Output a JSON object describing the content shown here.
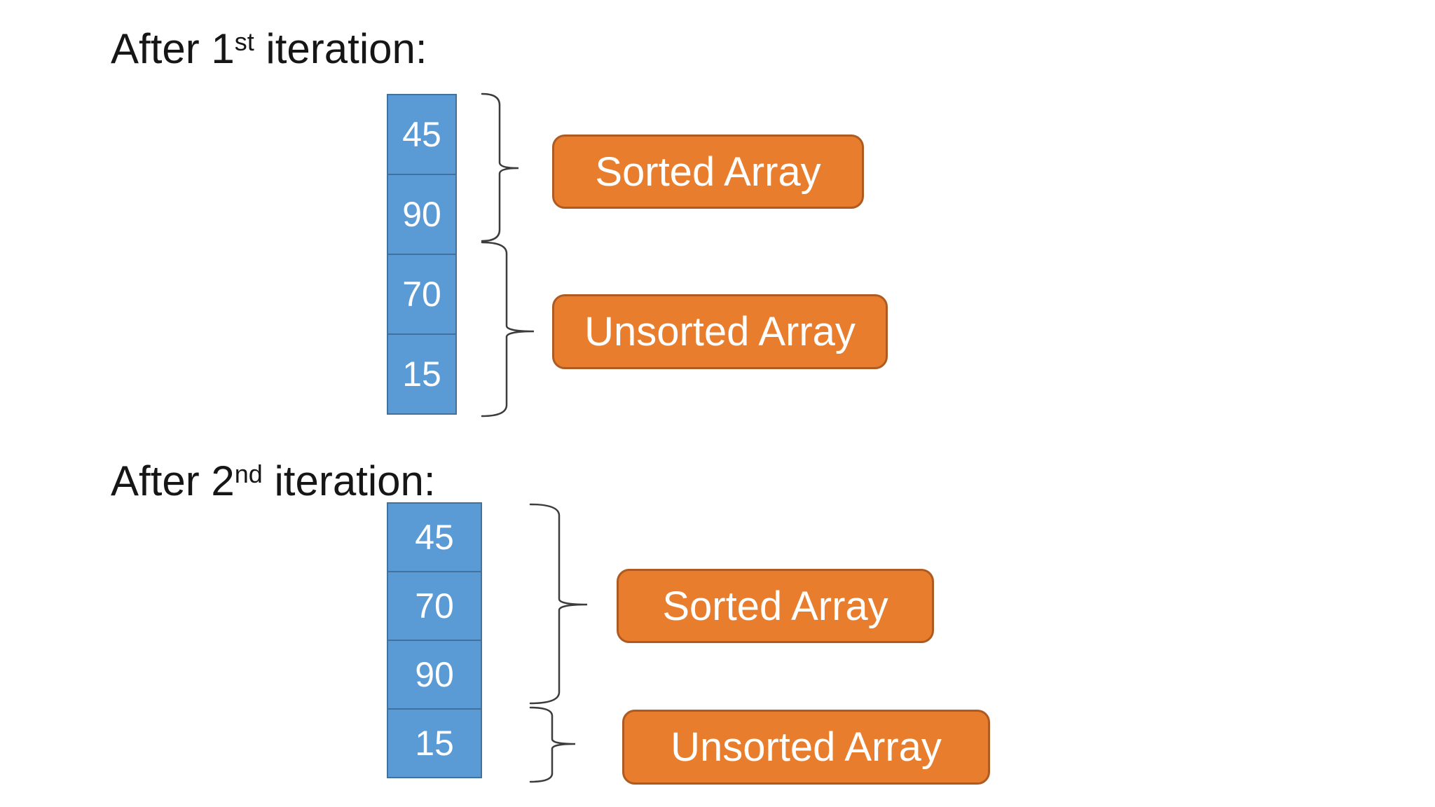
{
  "sections": [
    {
      "title": {
        "text_before_sup": "After 1",
        "superscript": "st",
        "text_after_sup": " iteration:"
      },
      "array_cells": [
        "45",
        "90",
        "70",
        "15"
      ],
      "sorted_label": "Sorted Array",
      "unsorted_label": "Unsorted Array",
      "sorted_cells_count": 2,
      "unsorted_cells_count": 2
    },
    {
      "title": {
        "text_before_sup": "After 2",
        "superscript": "nd",
        "text_after_sup": " iteration:"
      },
      "array_cells": [
        "45",
        "70",
        "90",
        "15"
      ],
      "sorted_label": "Sorted Array",
      "unsorted_label": "Unsorted Array",
      "sorted_cells_count": 3,
      "unsorted_cells_count": 1
    }
  ],
  "colors": {
    "background": "#ffffff",
    "cell_fill": "#5b9bd5",
    "cell_border": "#41719c",
    "label_fill": "#e87e2d",
    "label_border": "#ae5a21",
    "text_on_fill": "#ffffff",
    "title_text": "#161616",
    "brace_stroke": "#3c3c3c"
  }
}
